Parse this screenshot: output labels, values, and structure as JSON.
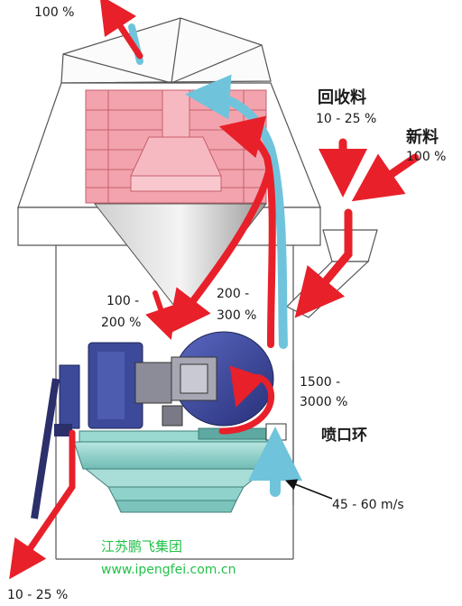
{
  "labels": {
    "top_outlet": "100 %",
    "recycled_title": "回收料",
    "recycled_pct": "10 - 25 %",
    "fresh_title": "新料",
    "fresh_pct": "100 %",
    "cone_flow_1": "100 -",
    "cone_flow_2": "200 %",
    "lift_flow_1": "200 -",
    "lift_flow_2": "300 %",
    "inner_circ_1": "1500 -",
    "inner_circ_2": "3000 %",
    "nozzle_ring": "喷口环",
    "air_speed": "45 - 60 m/s",
    "reject_pct": "10 - 25 %"
  },
  "watermark": {
    "company": "江苏鹏飞集团",
    "website": "www.ipengfei.com.cn"
  },
  "colors": {
    "flow_arrow": "#e8202a",
    "air_flow": "#6fc4dc",
    "separator_brick": "#f2a3ad",
    "roller": "#3d4a9a",
    "table": "#8fd2cc"
  }
}
